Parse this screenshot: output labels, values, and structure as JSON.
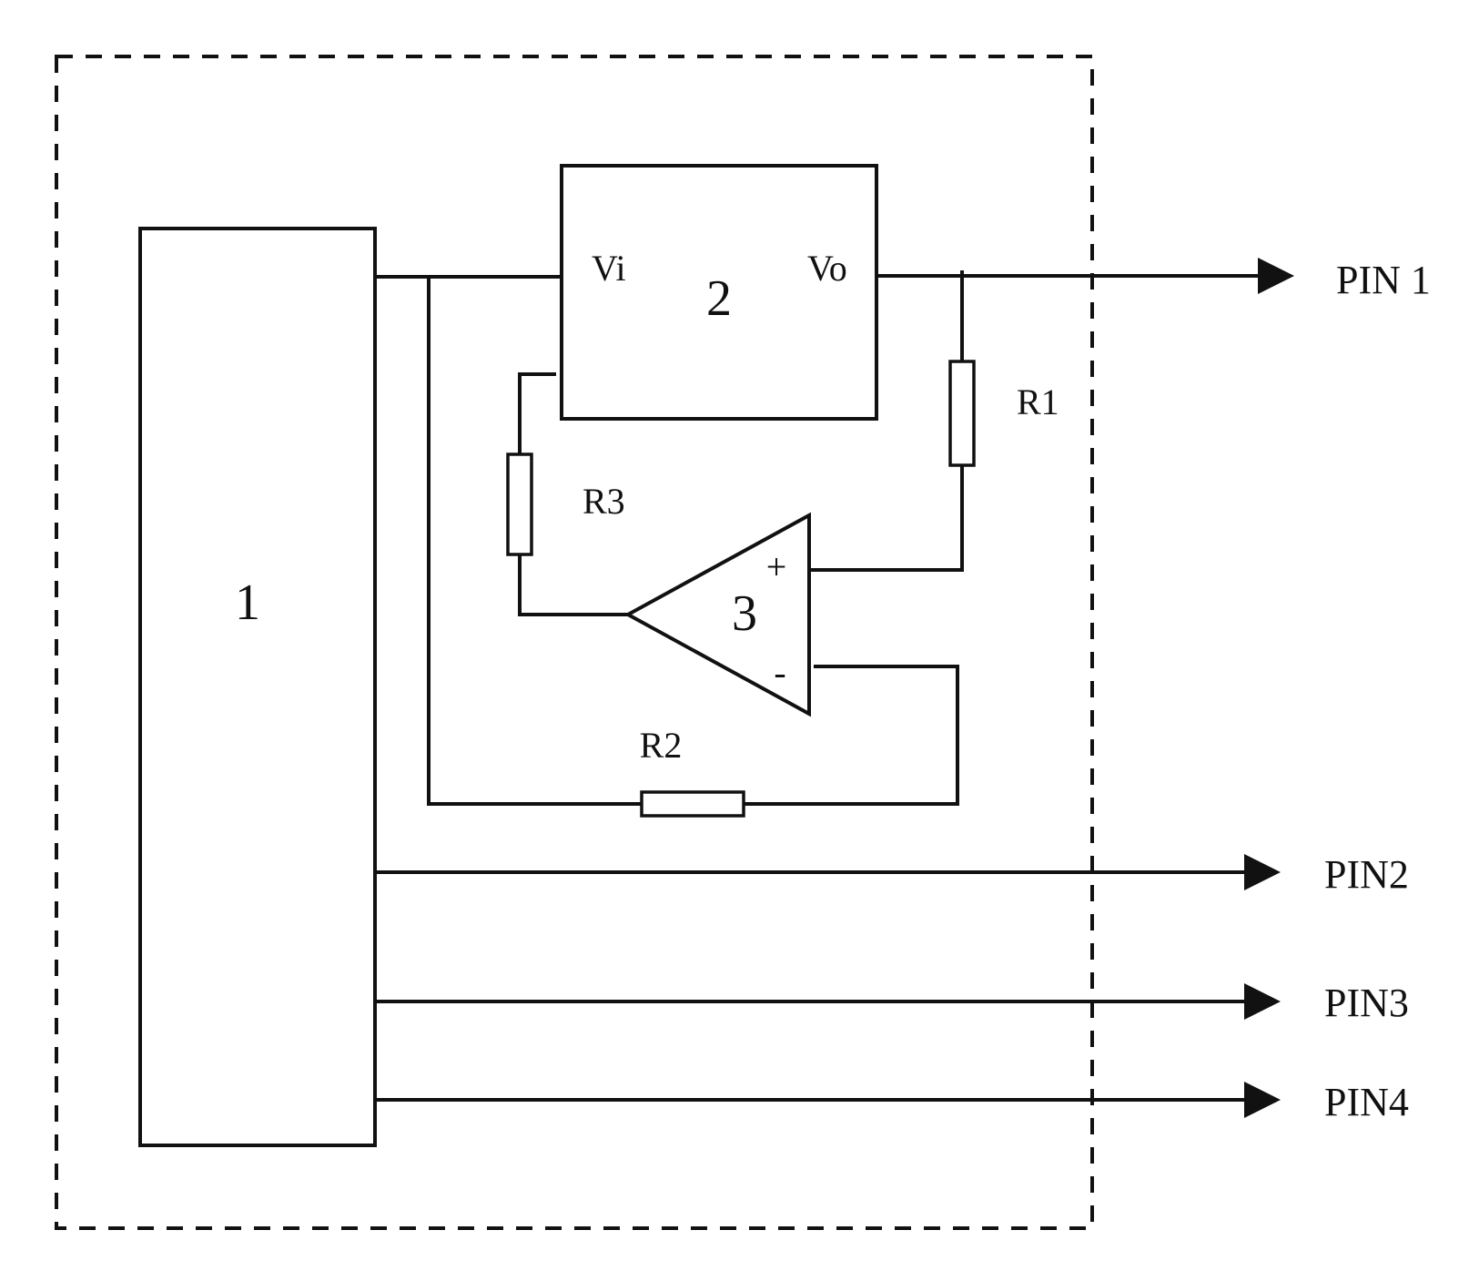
{
  "blocks": {
    "block1": "1",
    "block2": "2",
    "block3": "3"
  },
  "ports": {
    "vi": "Vi",
    "vo": "Vo",
    "plus": "+",
    "minus": "-"
  },
  "resistors": {
    "r1": "R1",
    "r2": "R2",
    "r3": "R3"
  },
  "pins": {
    "pin1": "PIN 1",
    "pin2": "PIN2",
    "pin3": "PIN3",
    "pin4": "PIN4"
  }
}
